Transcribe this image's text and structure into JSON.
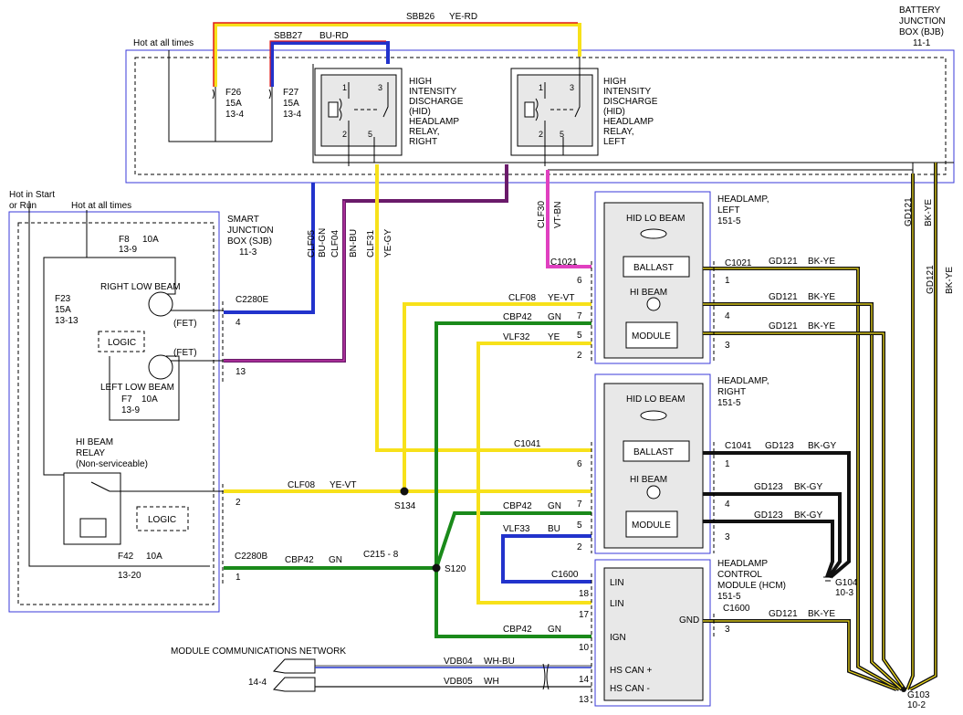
{
  "colors": {
    "yellow": "#f7e11a",
    "red": "#e01b1b",
    "blue": "#2233cc",
    "magenta": "#e040c0",
    "purple": "#6a1a6a",
    "maroon": "#8a1a3a",
    "green": "#1a8a1a",
    "black": "#111111",
    "box_blue": "#3a3ad8",
    "gray_fill": "#e8e8e8"
  },
  "bjb": {
    "title_1": "BATTERY",
    "title_2": "JUNCTION",
    "title_3": "BOX (BJB)",
    "title_4": "11-1",
    "hot_label": "Hot at all times",
    "sbb26": "SBB26",
    "sbb26_color": "YE-RD",
    "sbb27": "SBB27",
    "sbb27_color": "BU-RD",
    "f26": [
      "F26",
      "15A",
      "13-4"
    ],
    "f27": [
      "F27",
      "15A",
      "13-4"
    ],
    "relay_right": [
      "HIGH",
      "INTENSITY",
      "DISCHARGE",
      "(HID)",
      "HEADLAMP",
      "RELAY,",
      "RIGHT"
    ],
    "relay_left": [
      "HIGH",
      "INTENSITY",
      "DISCHARGE",
      "(HID)",
      "HEADLAMP",
      "RELAY,",
      "LEFT"
    ],
    "pin1": "1",
    "pin2": "2",
    "pin3": "3",
    "pin5": "5"
  },
  "sjb": {
    "title_1": "SMART",
    "title_2": "JUNCTION",
    "title_3": "BOX (SJB)",
    "title_4": "11-3",
    "hot_start_1": "Hot in Start",
    "hot_start_2": "or Run",
    "hot_all": "Hot at all times",
    "f8": "F8",
    "f8_amp": "10A",
    "f8_ref": "13-9",
    "f23": [
      "F23",
      "15A",
      "13-13"
    ],
    "right_low": "RIGHT LOW BEAM",
    "left_low": "LEFT LOW BEAM",
    "fet": "(FET)",
    "logic": "LOGIC",
    "f7": "F7",
    "f7_amp": "10A",
    "f7_ref": "13-9",
    "hi_relay_1": "HI BEAM",
    "hi_relay_2": "RELAY",
    "hi_relay_3": "(Non-serviceable)",
    "f42": "F42",
    "f42_amp": "10A",
    "f42_ref": "13-20",
    "c2280e": "C2280E",
    "pin4": "4",
    "pin13": "13",
    "c2280b": "C2280B",
    "pin2": "2",
    "pin1": "1"
  },
  "wires": {
    "clf05": "CLF05",
    "clf05_c": "BU-GN",
    "clf04": "CLF04",
    "clf04_c": "BN-BU",
    "clf31": "CLF31",
    "clf31_c": "YE-GY",
    "clf30": "CLF30",
    "clf30_c": "VT-BN",
    "clf08": "CLF08",
    "clf08_c": "YE-VT",
    "cbp42": "CBP42",
    "cbp42_c": "GN",
    "vlf32": "VLF32",
    "vlf32_c": "YE",
    "vlf33": "VLF33",
    "vlf33_c": "BU",
    "gd121": "GD121",
    "gd121_c": "BK-YE",
    "gd123": "GD123",
    "gd123_c": "BK-GY",
    "vdb04": "VDB04",
    "vdb04_c": "WH-BU",
    "vdb05": "VDB05",
    "vdb05_c": "WH",
    "s134": "S134",
    "s120": "S120",
    "c215": "C215 - 8"
  },
  "hl_left": {
    "title_1": "HEADLAMP,",
    "title_2": "LEFT",
    "title_3": "151-5",
    "hid_lo": "HID LO BEAM",
    "ballast": "BALLAST",
    "hi_beam": "HI BEAM",
    "module": "MODULE",
    "c1021": "C1021",
    "p6": "6",
    "p7": "7",
    "p5": "5",
    "p2": "2",
    "p1": "1",
    "p4": "4",
    "p3": "3"
  },
  "hl_right": {
    "title_1": "HEADLAMP,",
    "title_2": "RIGHT",
    "title_3": "151-5",
    "hid_lo": "HID LO BEAM",
    "ballast": "BALLAST",
    "hi_beam": "HI BEAM",
    "module": "MODULE",
    "c1041": "C1041",
    "p6": "6",
    "p7": "7",
    "p5": "5",
    "p2": "2",
    "p1": "1",
    "p4": "4",
    "p3": "3"
  },
  "hcm": {
    "title_1": "HEADLAMP",
    "title_2": "CONTROL",
    "title_3": "MODULE (HCM)",
    "title_4": "151-5",
    "lin": "LIN",
    "ign": "IGN",
    "hs_can_p": "HS CAN +",
    "hs_can_m": "HS CAN -",
    "gnd": "GND",
    "c1600": "C1600",
    "p18": "18",
    "p17": "17",
    "p10": "10",
    "p14": "14",
    "p13": "13",
    "p3": "3"
  },
  "grounds": {
    "g104": "G104",
    "g104_ref": "10-3",
    "g103": "G103",
    "g103_ref": "10-2"
  },
  "network": {
    "title": "MODULE COMMUNICATIONS NETWORK",
    "ref": "14-4"
  }
}
